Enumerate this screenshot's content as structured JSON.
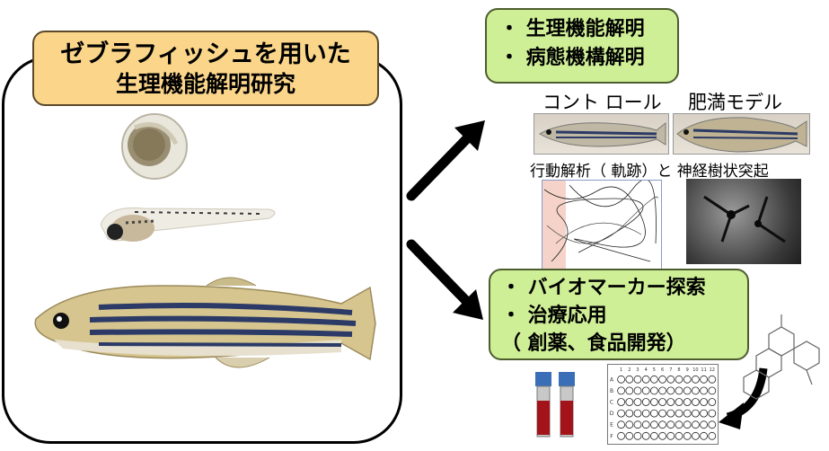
{
  "title": {
    "line1": "ゼブラフィッシュを用いた",
    "line2": "生理機能解明研究"
  },
  "box_top": {
    "items": [
      "・ 生理機能解明",
      "・ 病態機構解明"
    ]
  },
  "comparison": {
    "control_label": "コント ロール",
    "obese_label": "肥満モデル",
    "analysis_label": "行動解析（ 軌跡）と 神経樹状突起"
  },
  "box_bottom": {
    "items": [
      "・ バイオマーカー探索",
      "・ 治療応用",
      "（ 創薬、食品開発）"
    ]
  },
  "plate": {
    "row_labels": [
      "A",
      "B",
      "C",
      "D",
      "E",
      "F"
    ],
    "col_labels": [
      "1",
      "2",
      "3",
      "4",
      "5",
      "6",
      "7",
      "8",
      "9",
      "10",
      "11",
      "12"
    ]
  }
}
